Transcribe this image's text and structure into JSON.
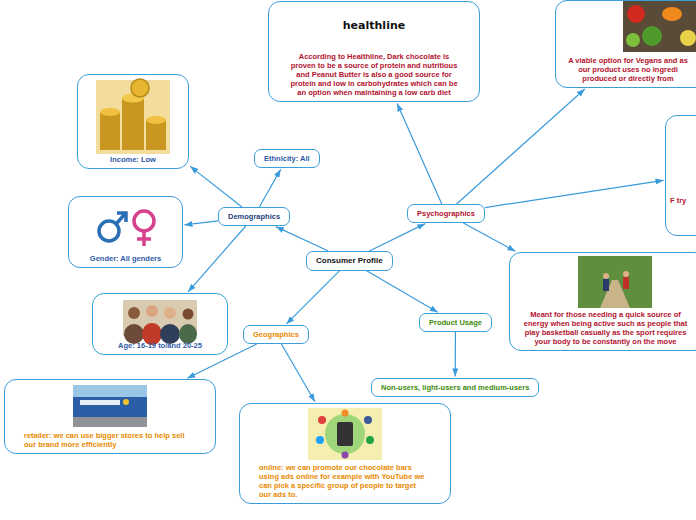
{
  "diagram": {
    "nodes": [
      {
        "text": [
          "Consumer Profile"
        ]
      },
      {
        "text": [
          "Demographics"
        ]
      },
      {
        "text": [
          "Psychographics"
        ]
      },
      {
        "text": [
          "Geographics"
        ]
      },
      {
        "text": [
          "Product Usage"
        ]
      },
      {
        "text": [
          "Ethnicity: All"
        ]
      },
      {
        "text": [
          "Income: Low"
        ]
      },
      {
        "text": [
          "Gender: All genders"
        ]
      },
      {
        "text": [
          "Age: 16-19 to/and 20-25"
        ]
      },
      {
        "text": [
          "healthline",
          "According to Healthline, Dark chocolate is proven to be a source of protein and nutritious and Peanut Butter is also a good source for protein and low in carbohydrates which can be an option when maintaining a low carb diet"
        ]
      },
      {
        "text": [
          "A viable option for Vegans and as our product uses no ingredi produced or directly from"
        ]
      },
      {
        "text": [
          "F try"
        ]
      },
      {
        "text": [
          "Meant for those needing a quick source of energy when being active such as people that play basketball casually as the sport requires your body to be constantly on the move"
        ]
      },
      {
        "text": [
          "retailer: we can use bigger stores to help sell our brand more efficiently"
        ]
      },
      {
        "text": [
          "online: we can promote our chocolate bars using ads online for example with YouTube we can pick a specific group of people to target our ads to."
        ]
      },
      {
        "text": [
          "Non-users, light-users and medium-users"
        ]
      }
    ],
    "edges": [
      {
        "from": 0,
        "to": 1,
        "arrow": "to"
      },
      {
        "from": 0,
        "to": 2,
        "arrow": "to"
      },
      {
        "from": 0,
        "to": 3,
        "arrow": "to"
      },
      {
        "from": 0,
        "to": 4,
        "arrow": "to"
      },
      {
        "from": 1,
        "to": 5,
        "arrow": "to"
      },
      {
        "from": 1,
        "to": 6,
        "arrow": "to"
      },
      {
        "from": 1,
        "to": 7,
        "arrow": "to"
      },
      {
        "from": 1,
        "to": 8,
        "arrow": "to"
      },
      {
        "from": 2,
        "to": 9,
        "arrow": "to"
      },
      {
        "from": 2,
        "to": 10,
        "arrow": "to"
      },
      {
        "from": 2,
        "to": 11,
        "arrow": "to"
      },
      {
        "from": 2,
        "to": 12,
        "arrow": "to"
      },
      {
        "from": 3,
        "to": 13,
        "arrow": "to"
      },
      {
        "from": 3,
        "to": 14,
        "arrow": "to"
      },
      {
        "from": 4,
        "to": 15,
        "arrow": "to"
      }
    ]
  }
}
